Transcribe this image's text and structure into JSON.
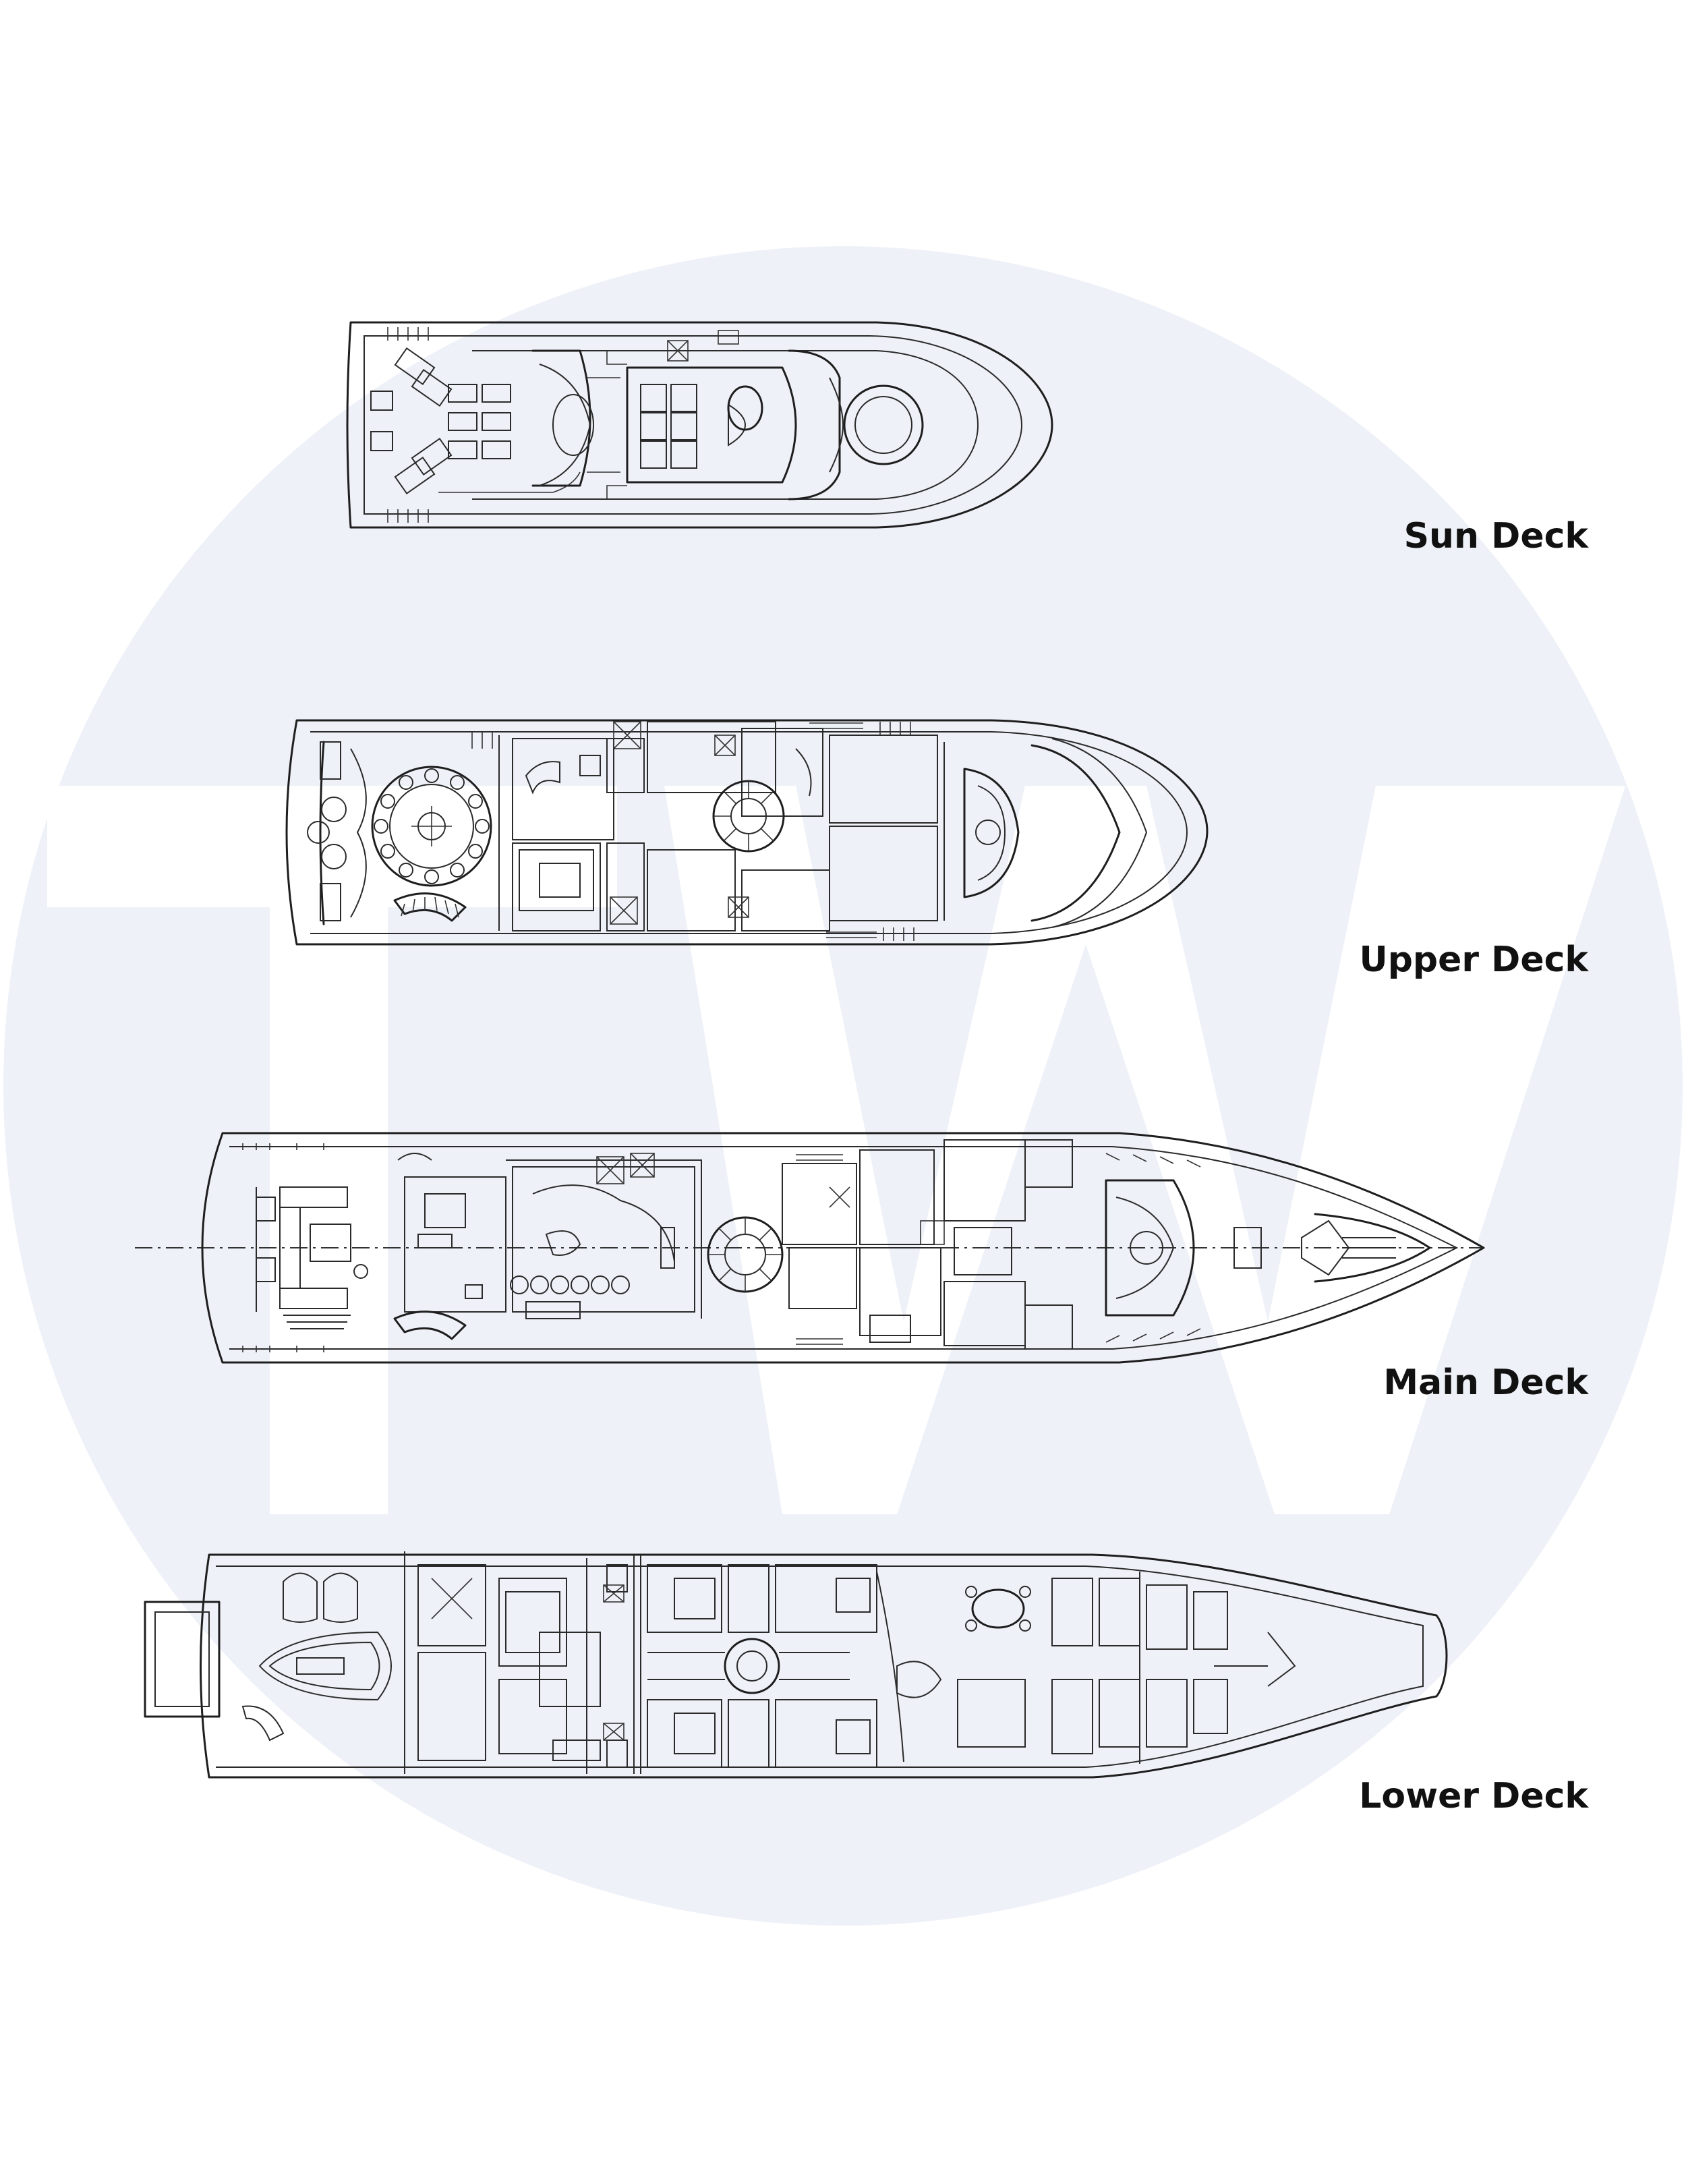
{
  "watermark": {
    "text": "TW",
    "circle_color": "#eef2f8",
    "letter_color": "#ffffff"
  },
  "decks": [
    {
      "id": "sun",
      "label": "Sun Deck"
    },
    {
      "id": "upper",
      "label": "Upper Deck"
    },
    {
      "id": "main",
      "label": "Main Deck"
    },
    {
      "id": "lower",
      "label": "Lower Deck"
    }
  ],
  "colors": {
    "line": "#1e1e1e",
    "background": "#ffffff"
  }
}
